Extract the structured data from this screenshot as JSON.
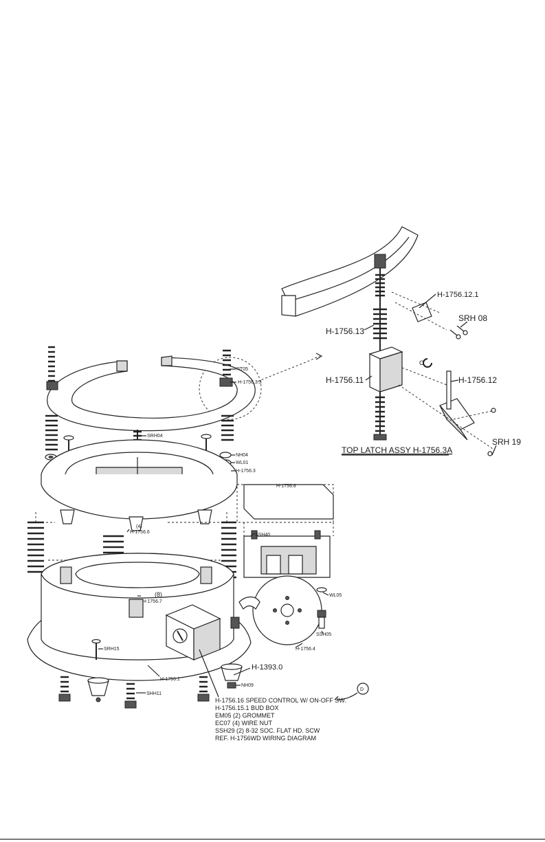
{
  "latch_callouts": {
    "part_12_1": "H-1756.12.1",
    "srh08": "SRH 08",
    "part_13": "H-1756.13",
    "part_11": "H-1756.11",
    "part_12": "H-1756.12",
    "srh19": "SRH 19",
    "marker_c": "C",
    "title": "TOP LATCH ASSY H-1756.3A"
  },
  "main_callouts": {
    "rt05": "RT05",
    "part_3_3": "H-1756.3.3",
    "srh04": "SRH04",
    "nh04": "NH04",
    "wl01": "WL01",
    "part_3": "H-1756.3",
    "part_8": "H-1756.8",
    "qty_4": "(4)",
    "part_6": "H-1756.6",
    "ssh40": "SSH40",
    "qty_8": "(8)",
    "part_7": "H-1756.7",
    "wl05": "WL05",
    "ssh05": "SSH05",
    "part_4": "H-1756.4",
    "srh15": "SRH15",
    "part_1393": "H-1393.0",
    "nh09": "NH09",
    "part_1": "H-1756.1",
    "shh11": "SHH11",
    "marker_d": "D"
  },
  "notes": [
    "H-1756.16  SPEED CONTROL W/ ON-OFF SW.",
    "H-1756.15.1 BUD BOX",
    "EM05 (2) GROMMET",
    "EC07 (4) WIRE NUT",
    "SSH29 (2)  8-32 SOC. FLAT HD. SCW",
    "REF. H-1756WD WIRING DIAGRAM"
  ]
}
